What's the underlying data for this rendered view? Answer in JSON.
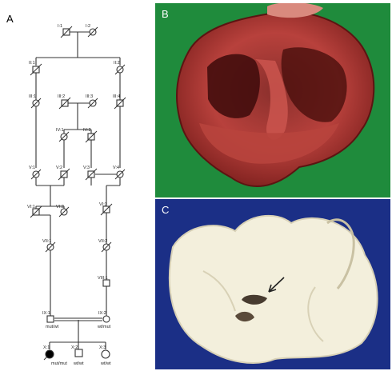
{
  "panels": {
    "a": {
      "letter": "A"
    },
    "b": {
      "letter": "B"
    },
    "c": {
      "letter": "C"
    }
  },
  "pedigree": {
    "generation_I": {
      "I1": "I:1",
      "I2": "I:2"
    },
    "generation_II": {
      "II1": "II:1",
      "II2": "II:2"
    },
    "generation_III": {
      "III1": "III:1",
      "III2": "III:2",
      "III3": "III:3",
      "III4": "III:4"
    },
    "generation_IV": {
      "IV1": "IV:1",
      "IV2": "IV:2"
    },
    "generation_V": {
      "V1": "V:1",
      "V2": "V:2",
      "V3": "V:3",
      "V4": "V:4"
    },
    "generation_VI": {
      "VI1": "VI:1",
      "VI2": "VI:2",
      "VI3": "VI:3"
    },
    "generation_VII": {
      "VII1": "VII:1",
      "VII2": "VII:2"
    },
    "generation_VIII": {
      "VIII1": "VIII:1"
    },
    "generation_IX": {
      "IX1": "IX:1",
      "IX2": "IX:2",
      "IX1_genotype": "mut/wt",
      "IX2_genotype": "wt/mut"
    },
    "generation_X": {
      "X1": "X:1",
      "X2": "X:2",
      "X3": "X:3",
      "X1_genotype": "mut/mut",
      "X2_genotype": "wt/wt",
      "X3_genotype": "wt/wt"
    }
  },
  "colors": {
    "heart_background": "#1f8b3c",
    "brain_background": "#1b2f86",
    "affected": "#000000"
  }
}
